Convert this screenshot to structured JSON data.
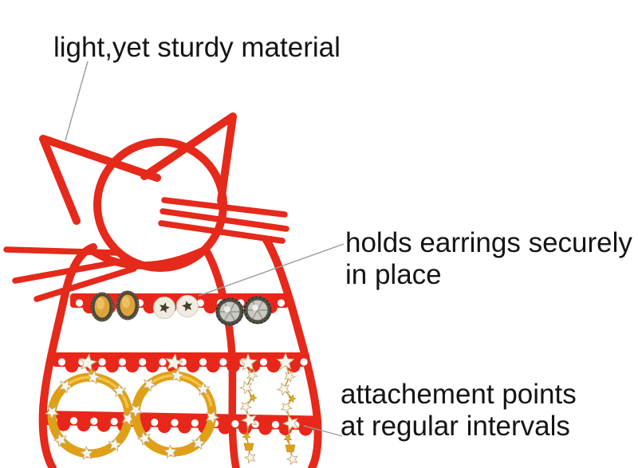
{
  "figure": {
    "description": "Red cat-shaped wire earring holder shown with stud, hoop and star-dangle earrings",
    "background_color": "#ffffff"
  },
  "annotations": {
    "material": {
      "text": "light,yet sturdy material"
    },
    "security": {
      "text": "holds earrings securely\nin place"
    },
    "attachment": {
      "text": "attachement points\nat regular intervals"
    }
  },
  "colors": {
    "frame_red": "#e8271a",
    "gold": "#dfa018",
    "callout_line": "#9b9b9b",
    "text": "#141414"
  },
  "earrings": {
    "row1": [
      "amber oval studs",
      "pearl star studs",
      "crystal round studs"
    ],
    "row2": [
      "gold star hoop earrings",
      "star dangle earrings"
    ]
  }
}
